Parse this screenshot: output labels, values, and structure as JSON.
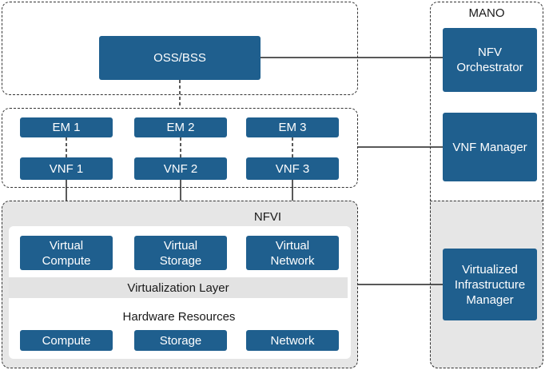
{
  "colors": {
    "box_fill": "#1f5f8e",
    "nfvi_fill": "#e6e6e6",
    "mano_fill": "#e6e6e6",
    "layer_fill": "#e3e3e3"
  },
  "oss_bss": "OSS/BSS",
  "element_managers": [
    "EM 1",
    "EM 2",
    "EM 3"
  ],
  "vnfs": [
    "VNF 1",
    "VNF 2",
    "VNF 3"
  ],
  "nfvi": {
    "title": "NFVI",
    "virtual_resources": [
      "Virtual\nCompute",
      "Virtual\nStorage",
      "Virtual\nNetwork"
    ],
    "virtualization_layer": "Virtualization Layer",
    "hardware_title": "Hardware Resources",
    "hardware_resources": [
      "Compute",
      "Storage",
      "Network"
    ]
  },
  "mano": {
    "title": "MANO",
    "orchestrator": "NFV\nOrchestrator",
    "vnf_manager": "VNF Manager",
    "vim": "Virtualized\nInfrastructure\nManager"
  }
}
